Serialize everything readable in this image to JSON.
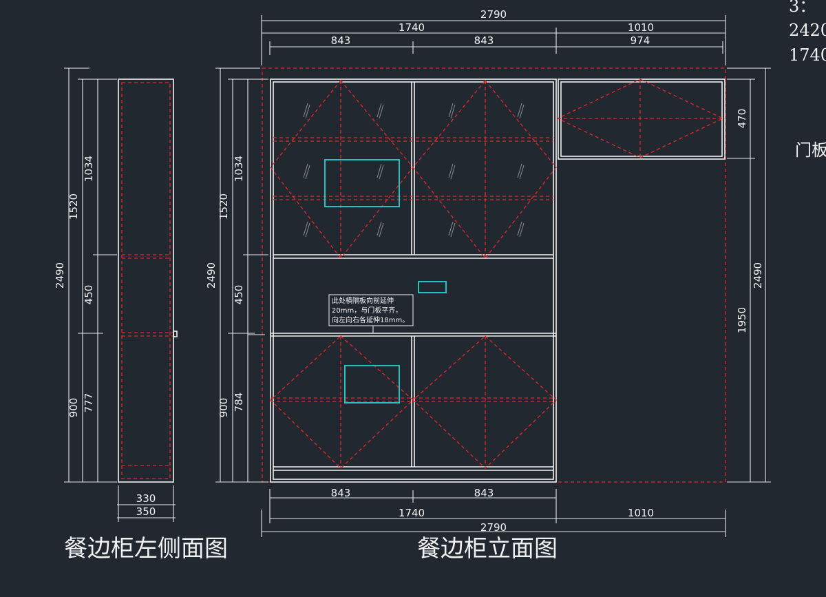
{
  "titles": {
    "side_view": "餐边柜左侧面图",
    "elevation": "餐边柜立面图"
  },
  "side_notes": [
    "3：",
    "2420",
    "1740",
    "门板"
  ],
  "note_lines": [
    "此处横隔板向前延伸",
    "20mm，与门板平齐，",
    "向左向右各延伸18mm。"
  ],
  "dims": {
    "top_total": "2790",
    "top_left": "1740",
    "top_right": "1010",
    "top_843_a": "843",
    "top_843_b": "843",
    "top_974": "974",
    "bottom_843_a": "843",
    "bottom_843_b": "843",
    "bottom_left": "1740",
    "bottom_right": "1010",
    "bottom_total": "2790",
    "elev_total_h": "2490",
    "elev_1520": "1520",
    "elev_900": "900",
    "elev_1034": "1034",
    "elev_450": "450",
    "elev_784": "784",
    "right_470": "470",
    "right_1950": "1950",
    "right_total": "2490",
    "side_total_h": "2490",
    "side_1520": "1520",
    "side_900": "900",
    "side_1034": "1034",
    "side_450": "450",
    "side_777": "777",
    "side_330": "330",
    "side_350": "350"
  },
  "colors": {
    "background": "#212830",
    "hidden_lines": "#e8262a",
    "openings": "#22d3d3"
  }
}
